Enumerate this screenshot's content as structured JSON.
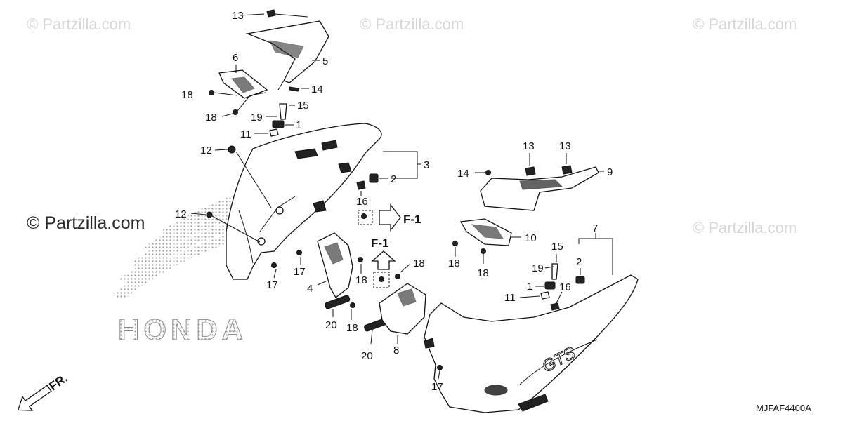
{
  "watermarks": {
    "top_left": "© Partzilla.com",
    "top_center": "© Partzilla.com",
    "top_right": "© Partzilla.com",
    "mid_left": "© Partzilla.com",
    "mid_right": "© Partzilla.com"
  },
  "brand_mark": "HONDA",
  "direction_label": "FR.",
  "diagram_code": "MJFAF4400A",
  "section_refs": {
    "ref_right": "F-1",
    "ref_up": "F-1"
  },
  "callouts": {
    "c13_top": "13",
    "c5": "5",
    "c6": "6",
    "c14_top": "14",
    "c18_a": "18",
    "c18_b": "18",
    "c15_left": "15",
    "c19_left": "19",
    "c1_left": "1",
    "c11_left": "11",
    "c12_top": "12",
    "c3": "3",
    "c2_left": "2",
    "c16_left": "16",
    "c12_mid": "12",
    "c17_a": "17",
    "c17_b": "17",
    "c4": "4",
    "c18_c": "18",
    "c18_d": "18",
    "c18_e": "18",
    "c20_a": "20",
    "c20_b": "20",
    "c8": "8",
    "c13_r1": "13",
    "c13_r2": "13",
    "c14_right": "14",
    "c9": "9",
    "c10": "10",
    "c18_f": "18",
    "c18_g": "18",
    "c7": "7",
    "c15_right": "15",
    "c2_right": "2",
    "c19_right": "19",
    "c1_right": "1",
    "c11_right": "11",
    "c16_right": "16",
    "c17_c": "17"
  },
  "colors": {
    "line": "#111111",
    "watermark": "#d6d6d6",
    "background": "#ffffff"
  },
  "icons": [
    "arrow-right-icon",
    "arrow-up-icon",
    "front-direction-arrow-icon"
  ]
}
